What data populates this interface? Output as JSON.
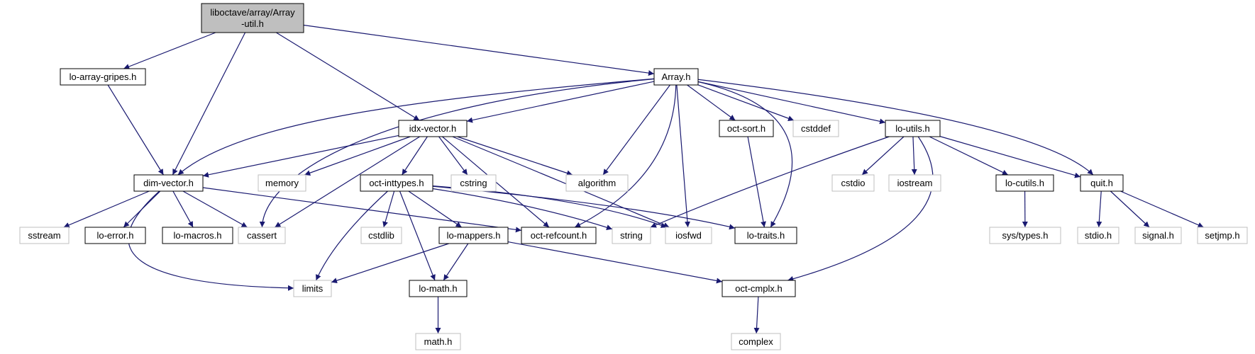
{
  "colors": {
    "edge": "#191970",
    "root_fill": "#bfbfbf",
    "node_border": "#000000",
    "system_border": "#bfbfbf",
    "text": "#000000"
  },
  "nodes": {
    "root": {
      "label": "liboctave/array/Array\n-util.h",
      "kind": "root"
    },
    "lo_array_gripes": {
      "label": "lo-array-gripes.h",
      "kind": "header"
    },
    "array_h": {
      "label": "Array.h",
      "kind": "header"
    },
    "dim_vector": {
      "label": "dim-vector.h",
      "kind": "header"
    },
    "idx_vector": {
      "label": "idx-vector.h",
      "kind": "header"
    },
    "oct_sort": {
      "label": "oct-sort.h",
      "kind": "header"
    },
    "cstddef": {
      "label": "cstddef",
      "kind": "system"
    },
    "lo_utils": {
      "label": "lo-utils.h",
      "kind": "header"
    },
    "memory": {
      "label": "memory",
      "kind": "system"
    },
    "oct_inttypes": {
      "label": "oct-inttypes.h",
      "kind": "header"
    },
    "cstring": {
      "label": "cstring",
      "kind": "system"
    },
    "algorithm": {
      "label": "algorithm",
      "kind": "system"
    },
    "cstdio": {
      "label": "cstdio",
      "kind": "system"
    },
    "iostream": {
      "label": "iostream",
      "kind": "system"
    },
    "lo_cutils": {
      "label": "lo-cutils.h",
      "kind": "header"
    },
    "quit": {
      "label": "quit.h",
      "kind": "header"
    },
    "sstream": {
      "label": "sstream",
      "kind": "system"
    },
    "lo_error": {
      "label": "lo-error.h",
      "kind": "header"
    },
    "lo_macros": {
      "label": "lo-macros.h",
      "kind": "header"
    },
    "cassert": {
      "label": "cassert",
      "kind": "system"
    },
    "cstdlib": {
      "label": "cstdlib",
      "kind": "system"
    },
    "lo_mappers": {
      "label": "lo-mappers.h",
      "kind": "header"
    },
    "oct_refcount": {
      "label": "oct-refcount.h",
      "kind": "header"
    },
    "string": {
      "label": "string",
      "kind": "system"
    },
    "iosfwd": {
      "label": "iosfwd",
      "kind": "system"
    },
    "lo_traits": {
      "label": "lo-traits.h",
      "kind": "header"
    },
    "sys_types": {
      "label": "sys/types.h",
      "kind": "system"
    },
    "stdio": {
      "label": "stdio.h",
      "kind": "system"
    },
    "signal": {
      "label": "signal.h",
      "kind": "system"
    },
    "setjmp": {
      "label": "setjmp.h",
      "kind": "system"
    },
    "limits": {
      "label": "limits",
      "kind": "system"
    },
    "lo_math": {
      "label": "lo-math.h",
      "kind": "header"
    },
    "oct_cmplx": {
      "label": "oct-cmplx.h",
      "kind": "header"
    },
    "math": {
      "label": "math.h",
      "kind": "system"
    },
    "complex": {
      "label": "complex",
      "kind": "system"
    }
  },
  "edges": [
    [
      "root",
      "lo_array_gripes"
    ],
    [
      "root",
      "dim_vector"
    ],
    [
      "root",
      "idx_vector"
    ],
    [
      "root",
      "array_h"
    ],
    [
      "lo_array_gripes",
      "dim_vector"
    ],
    [
      "array_h",
      "dim_vector"
    ],
    [
      "array_h",
      "idx_vector"
    ],
    [
      "array_h",
      "cassert"
    ],
    [
      "array_h",
      "algorithm"
    ],
    [
      "array_h",
      "oct_refcount"
    ],
    [
      "array_h",
      "iosfwd"
    ],
    [
      "array_h",
      "oct_sort"
    ],
    [
      "array_h",
      "cstddef"
    ],
    [
      "array_h",
      "lo_utils"
    ],
    [
      "array_h",
      "quit"
    ],
    [
      "array_h",
      "lo_traits"
    ],
    [
      "idx_vector",
      "dim_vector"
    ],
    [
      "idx_vector",
      "memory"
    ],
    [
      "idx_vector",
      "cassert"
    ],
    [
      "idx_vector",
      "oct_inttypes"
    ],
    [
      "idx_vector",
      "cstring"
    ],
    [
      "idx_vector",
      "algorithm"
    ],
    [
      "idx_vector",
      "oct_refcount"
    ],
    [
      "idx_vector",
      "iosfwd"
    ],
    [
      "oct_sort",
      "lo_traits"
    ],
    [
      "lo_utils",
      "string"
    ],
    [
      "lo_utils",
      "cstdio"
    ],
    [
      "lo_utils",
      "iostream"
    ],
    [
      "lo_utils",
      "lo_cutils"
    ],
    [
      "lo_utils",
      "quit"
    ],
    [
      "lo_utils",
      "oct_cmplx"
    ],
    [
      "dim_vector",
      "sstream"
    ],
    [
      "dim_vector",
      "lo_error"
    ],
    [
      "dim_vector",
      "lo_macros"
    ],
    [
      "dim_vector",
      "cassert"
    ],
    [
      "dim_vector",
      "oct_refcount"
    ],
    [
      "dim_vector",
      "limits"
    ],
    [
      "oct_inttypes",
      "cstdlib"
    ],
    [
      "oct_inttypes",
      "limits"
    ],
    [
      "oct_inttypes",
      "lo_mappers"
    ],
    [
      "oct_inttypes",
      "lo_math"
    ],
    [
      "oct_inttypes",
      "string"
    ],
    [
      "oct_inttypes",
      "iosfwd"
    ],
    [
      "oct_inttypes",
      "lo_traits"
    ],
    [
      "lo_cutils",
      "sys_types"
    ],
    [
      "quit",
      "stdio"
    ],
    [
      "quit",
      "signal"
    ],
    [
      "quit",
      "setjmp"
    ],
    [
      "lo_mappers",
      "limits"
    ],
    [
      "lo_mappers",
      "lo_math"
    ],
    [
      "lo_mappers",
      "oct_cmplx"
    ],
    [
      "lo_math",
      "math"
    ],
    [
      "oct_cmplx",
      "complex"
    ]
  ]
}
